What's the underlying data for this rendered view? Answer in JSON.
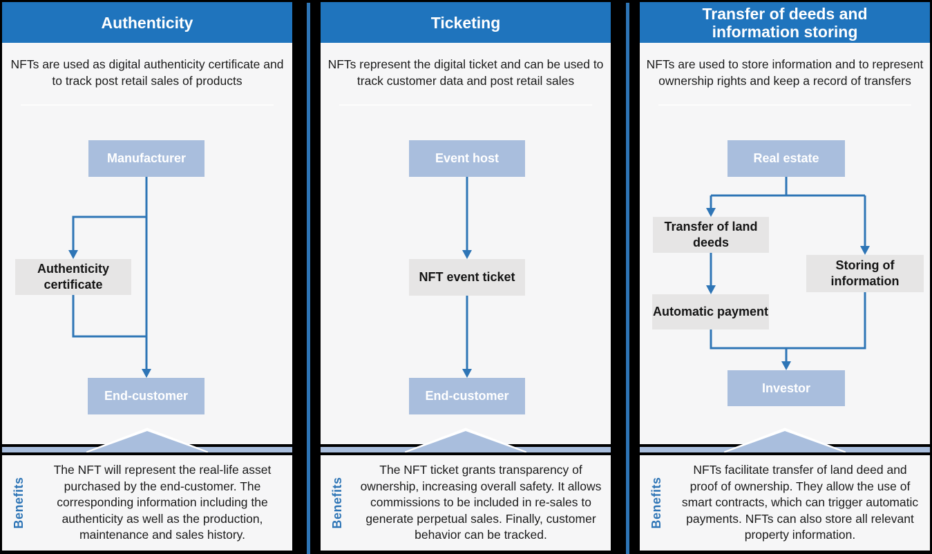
{
  "colors": {
    "page_background": "#000000",
    "header_blue": "#1f74bd",
    "connector_blue": "#2e75b6",
    "divider_blue": "#2e75b6",
    "node_blue": "#a9bedd",
    "node_gray": "#e6e5e5",
    "accent_bar_blue": "#a9bedd",
    "card_background": "#f6f6f7",
    "benefits_label_blue": "#2e75b6"
  },
  "columns": [
    {
      "title": "Authenticity",
      "description": "NFTs are used as digital authenticity certificate and to track post retail sales of products",
      "nodes": {
        "source": "Manufacturer",
        "artifact": "Authenticity certificate",
        "target": "End-customer"
      },
      "benefits": {
        "label": "Benefits",
        "text": "The NFT will represent the real-life asset purchased by the end-customer. The corresponding information including  the authenticity as well as the production, maintenance and sales history."
      }
    },
    {
      "title": "Ticketing",
      "description": "NFTs represent the digital ticket and can be used to track customer data and post retail sales",
      "nodes": {
        "source": "Event host",
        "artifact": "NFT event ticket",
        "target": "End-customer"
      },
      "benefits": {
        "label": "Benefits",
        "text": "The NFT ticket grants transparency of ownership, increasing overall safety. It allows commissions to be included in re-sales to generate perpetual sales. Finally, customer behavior can be tracked."
      }
    },
    {
      "title": "Transfer of deeds and information storing",
      "description": "NFTs are used to store information and to represent ownership rights and keep a record of transfers",
      "nodes": {
        "source": "Real estate",
        "artifact_left_top": "Transfer of land deeds",
        "artifact_right": "Storing of information",
        "artifact_left_bottom": "Automatic payment",
        "target": "Investor"
      },
      "benefits": {
        "label": "Benefits",
        "text": "NFTs facilitate transfer of land deed and proof of ownership. They allow the use of smart contracts, which can trigger automatic payments. NFTs can also store all relevant property information."
      }
    }
  ]
}
